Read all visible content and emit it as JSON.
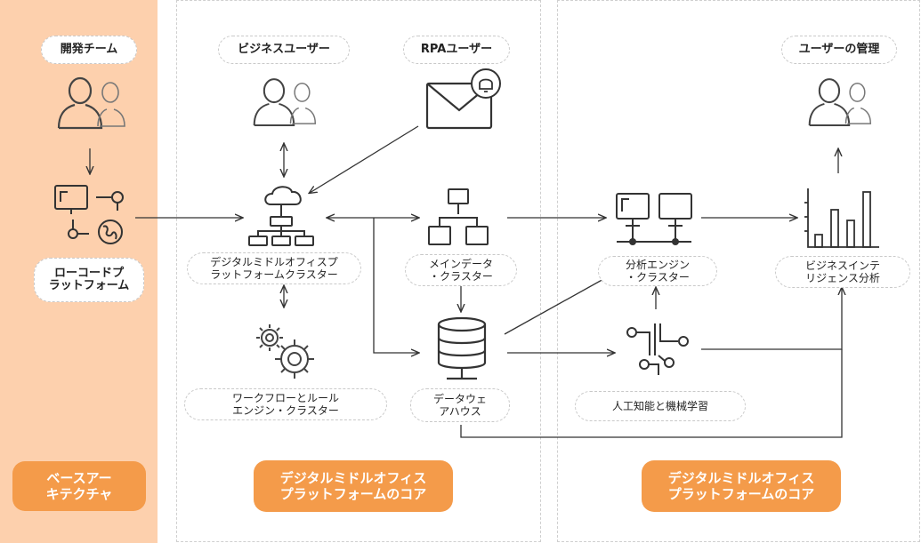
{
  "left": {
    "dev_team": "開発チーム",
    "lowcode": "ローコードプ\nラットフォーム",
    "base_arch": "ベースアー\nキテクチャ"
  },
  "middle": {
    "business_users": "ビジネスユーザー",
    "rpa_users": "RPAユーザー",
    "dmop_cluster": "デジタルミドルオフィスプ\nラットフォームクラスター",
    "workflow_engine": "ワークフローとルール\nエンジン・クラスター",
    "main_data": "メインデータ\n・クラスター",
    "data_warehouse": "データウェ\nアハウス",
    "core": "デジタルミドルオフィス\nプラットフォームのコア"
  },
  "right": {
    "user_management": "ユーザーの管理",
    "analysis_engine": "分析エンジン\n・クラスター",
    "bi_analysis": "ビジネスインテ\nリジェンス分析",
    "ai_ml": "人工知能と機械学習",
    "core": "デジタルミドルオフィス\nプラットフォームのコア"
  },
  "colors": {
    "left_column": "#fdd0ad",
    "accent": "#f49b4a",
    "line": "#333333"
  },
  "icons": [
    "users-icon",
    "lowcode-platform-icon",
    "mail-bell-icon",
    "network-cluster-icon",
    "gears-icon",
    "data-tree-icon",
    "database-icon",
    "computers-icon",
    "circuit-icon",
    "bar-chart-icon"
  ]
}
